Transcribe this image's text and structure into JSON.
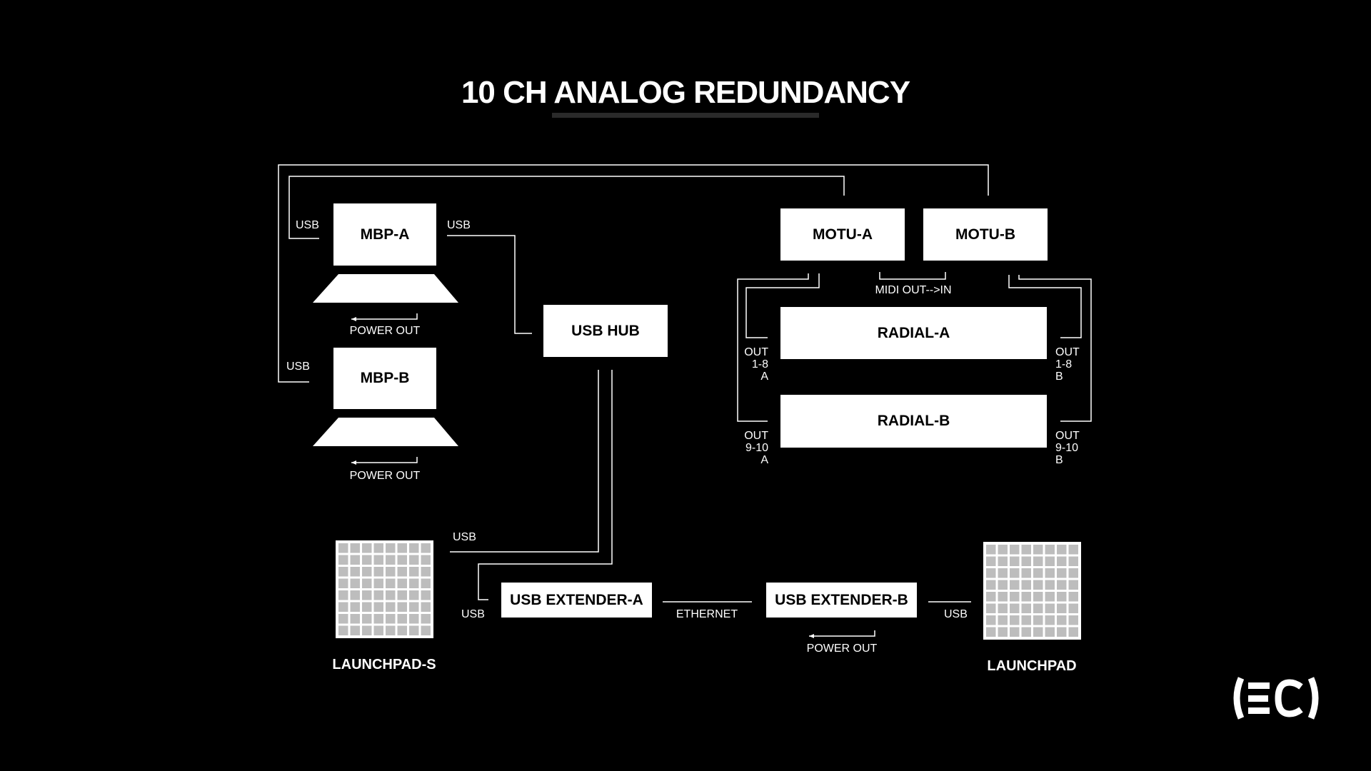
{
  "title": "10 CH ANALOG REDUNDANCY",
  "devices": {
    "mbp_a": "MBP-A",
    "mbp_b": "MBP-B",
    "usb_hub": "USB HUB",
    "motu_a": "MOTU-A",
    "motu_b": "MOTU-B",
    "radial_a": "RADIAL-A",
    "radial_b": "RADIAL-B",
    "usb_extender_a": "USB EXTENDER-A",
    "usb_extender_b": "USB EXTENDER-B",
    "launchpad_s": "LAUNCHPAD-S",
    "launchpad": "LAUNCHPAD"
  },
  "labels": {
    "usb": "USB",
    "power_out": "POWER OUT",
    "midi": "MIDI OUT-->IN",
    "ethernet": "ETHERNET",
    "out_1_8_a": "OUT\n1-8\nA",
    "out_1_8_b": "OUT\n1-8\nB",
    "out_9_10_a": "OUT\n9-10\nA",
    "out_9_10_b": "OUT\n9-10\nB"
  },
  "colors": {
    "background": "#000000",
    "foreground": "#ffffff",
    "pad": "#bdbdbd"
  },
  "logo_icon": "ec-logo-icon"
}
